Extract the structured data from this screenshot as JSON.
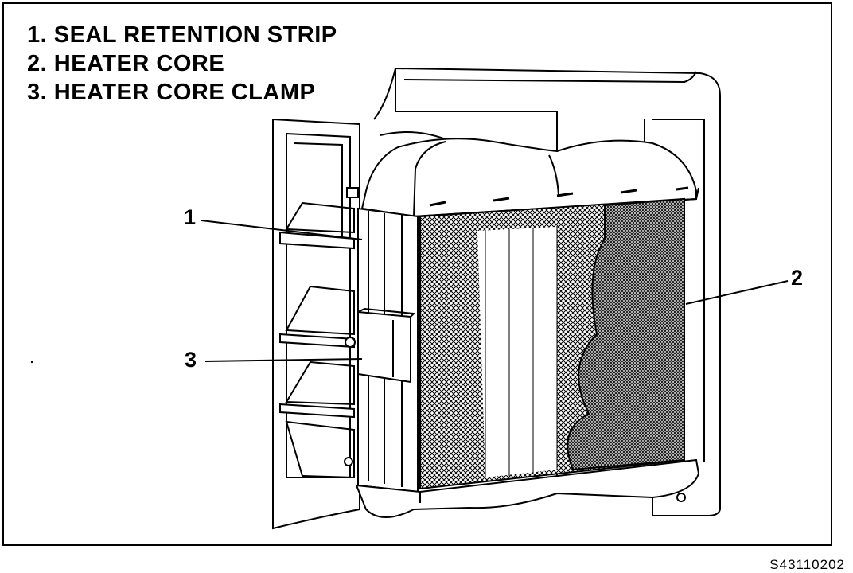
{
  "legend": {
    "items": [
      {
        "number": "1.",
        "label": "SEAL RETENTION STRIP"
      },
      {
        "number": "2.",
        "label": "HEATER CORE"
      },
      {
        "number": "3.",
        "label": "HEATER CORE CLAMP"
      }
    ]
  },
  "callouts": {
    "one": "1",
    "two": "2",
    "three": "3"
  },
  "figure_id": "S43110202",
  "colors": {
    "line": "#000000",
    "background": "#ffffff"
  }
}
